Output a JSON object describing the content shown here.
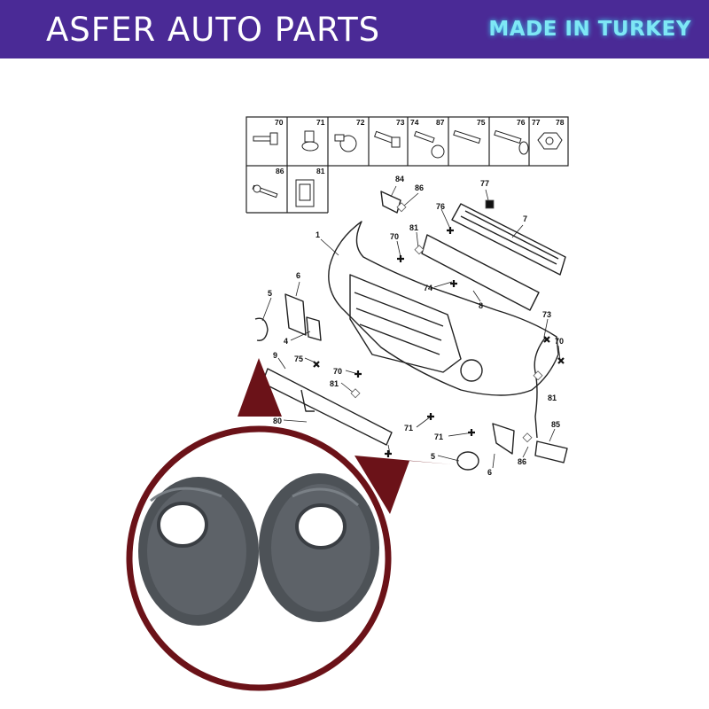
{
  "header": {
    "brand": "ASFER AUTO PARTS",
    "tagline": "MADE IN TURKEY",
    "background": "#4a2a96",
    "tagline_color": "#7ee7f5"
  },
  "diagram": {
    "accent_color": "#6b1218",
    "fastener_grid": [
      "70",
      "71",
      "72",
      "73",
      "74",
      "87",
      "75",
      "76",
      "77",
      "78",
      "86",
      "81"
    ],
    "callouts": [
      "84",
      "86",
      "77",
      "76",
      "7",
      "1",
      "70",
      "81",
      "6",
      "5",
      "74",
      "8",
      "4",
      "73",
      "70",
      "9",
      "75",
      "70",
      "81",
      "81",
      "80",
      "71",
      "71",
      "85",
      "5",
      "6",
      "86"
    ]
  }
}
